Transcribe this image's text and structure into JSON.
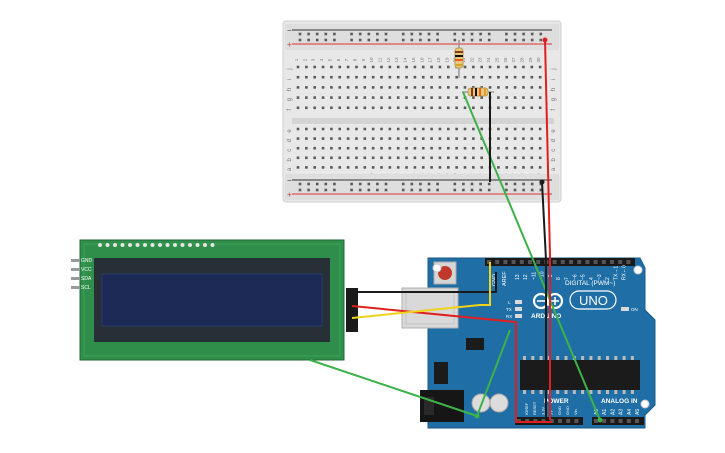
{
  "breadboard": {
    "row_letters_top": [
      "j",
      "i",
      "h",
      "g",
      "f"
    ],
    "row_letters_bottom": [
      "e",
      "d",
      "c",
      "b",
      "a"
    ],
    "plus": "+",
    "minus": "−",
    "col_numbers": [
      "1",
      "2",
      "3",
      "4",
      "5",
      "6",
      "7",
      "8",
      "9",
      "10",
      "11",
      "12",
      "13",
      "14",
      "15",
      "16",
      "17",
      "18",
      "19",
      "20",
      "21",
      "22",
      "23",
      "24",
      "25",
      "26",
      "27",
      "28",
      "29",
      "30"
    ]
  },
  "lcd": {
    "pins": [
      "GND",
      "VCC",
      "SDA",
      "SCL"
    ]
  },
  "arduino": {
    "logo": "UNO",
    "brand": "ARDUINO",
    "digital_label": "DIGITAL (PWM~)",
    "power_label": "POWER",
    "analog_label": "ANALOG IN",
    "on_label": "ON",
    "aref": "AREF",
    "gnd": "GND",
    "tx": "TX",
    "rx": "RX",
    "l": "L",
    "digital_pins": [
      "13",
      "12",
      "~11",
      "~10",
      "~9",
      "8",
      "7",
      "~6",
      "~5",
      "4",
      "~3",
      "2",
      "TX→1",
      "RX←0"
    ],
    "power_pins": [
      "IOREF",
      "RESET",
      "3.3V",
      "5V",
      "GND",
      "GND",
      "Vin"
    ],
    "analog_pins": [
      "A0",
      "A1",
      "A2",
      "A3",
      "A4",
      "A5"
    ]
  },
  "colors": {
    "breadboard": "#e7e7e7",
    "lcd_board": "#2f8f4a",
    "lcd_screen": "#1d2a55",
    "arduino": "#1f6fa6",
    "wire_red": "#e02020",
    "wire_black": "#1a1a1a",
    "wire_green": "#3db24a",
    "wire_yellow": "#f1d21a"
  }
}
